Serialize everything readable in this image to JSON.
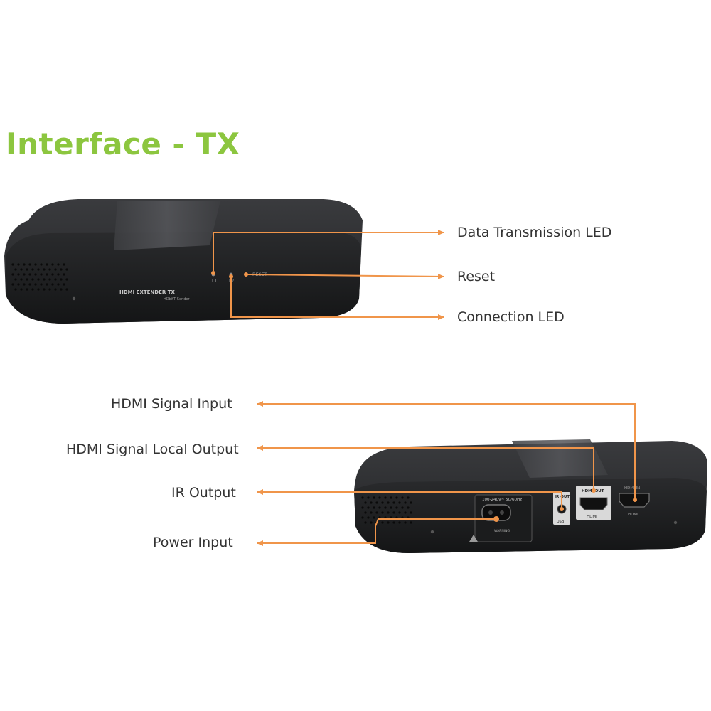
{
  "title": "Interface - TX",
  "colors": {
    "title_green": "#8cc63f",
    "callout_orange": "#f0954a",
    "device_body": "#2b2c2e"
  },
  "device_front": {
    "model_label": "HDMI EXTENDER TX",
    "sub_label": "HDbitT Sender",
    "led1_label": "L1",
    "led2_label": "L2",
    "reset_label": "RESET"
  },
  "device_rear": {
    "power_rating": "100-240V~ 50/60Hz",
    "warning_text": "WARNING",
    "ir_out_label": "IR OUT",
    "ir_sub_label": "USB",
    "hdmi_out_label": "HDMI OUT",
    "hdmi_out_sub": "HDMI",
    "hdmi_in_label": "HDMI IN",
    "hdmi_in_sub": "HDMI"
  },
  "front_callouts": [
    {
      "label": "Data Transmission LED"
    },
    {
      "label": "Reset"
    },
    {
      "label": "Connection LED"
    }
  ],
  "rear_callouts": [
    {
      "label": "HDMI Signal Input"
    },
    {
      "label": "HDMI Signal Local Output"
    },
    {
      "label": "IR Output"
    },
    {
      "label": "Power Input"
    }
  ]
}
